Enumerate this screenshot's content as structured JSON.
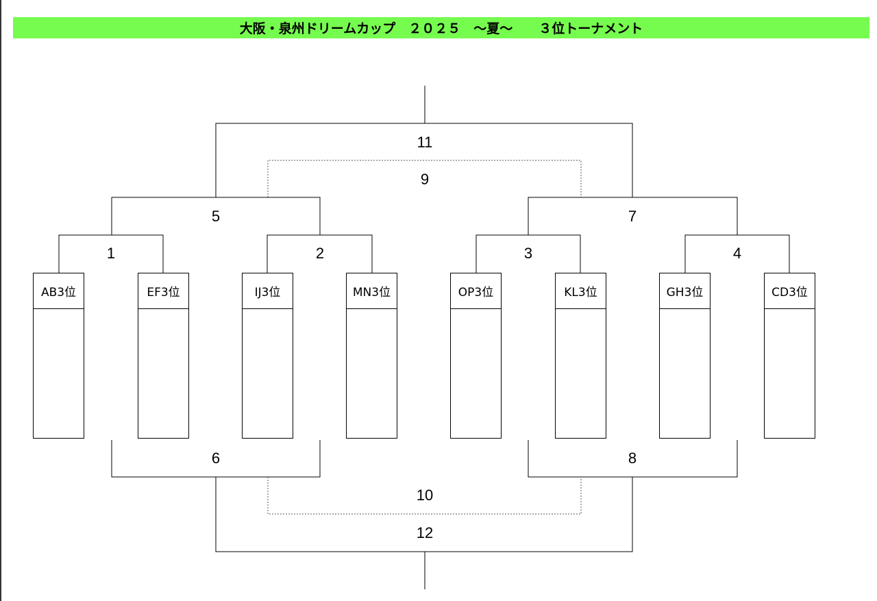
{
  "header": {
    "title": "大阪・泉州ドリームカップ　２０２５　～夏～　　３位トーナメント",
    "background_color": "#76fb4f"
  },
  "bracket": {
    "seeds": [
      {
        "label": "AB3位"
      },
      {
        "label": "EF3位"
      },
      {
        "label": "IJ3位"
      },
      {
        "label": "MN3位"
      },
      {
        "label": "OP3位"
      },
      {
        "label": "KL3位"
      },
      {
        "label": "GH3位"
      },
      {
        "label": "CD3位"
      }
    ],
    "matches": [
      {
        "label": "1"
      },
      {
        "label": "2"
      },
      {
        "label": "3"
      },
      {
        "label": "4"
      },
      {
        "label": "5"
      },
      {
        "label": "6"
      },
      {
        "label": "7"
      },
      {
        "label": "8"
      },
      {
        "label": "9"
      },
      {
        "label": "10"
      },
      {
        "label": "11"
      },
      {
        "label": "12"
      }
    ],
    "line_color": "#000000",
    "dotted_line_color": "#555555"
  }
}
